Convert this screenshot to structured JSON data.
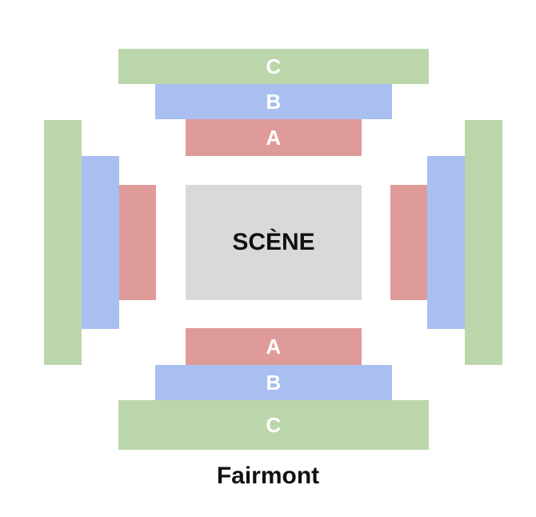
{
  "colors": {
    "section_a": "#df9b99",
    "section_b": "#a9bff0",
    "section_c": "#bcd6ab",
    "stage": "#d9d9d9",
    "text_light": "#ffffff",
    "text_dark": "#111111"
  },
  "stage": {
    "label": "SCÈNE"
  },
  "sections": {
    "top": {
      "a": "A",
      "b": "B",
      "c": "C"
    },
    "bottom": {
      "a": "A",
      "b": "B",
      "c": "C"
    }
  },
  "venue": {
    "name": "Fairmont"
  }
}
